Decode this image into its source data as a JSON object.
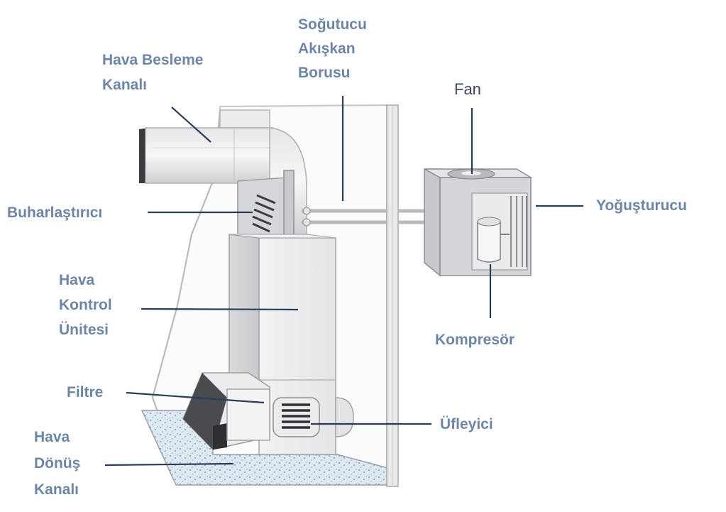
{
  "labels": {
    "hava_besleme": [
      "Hava Besleme",
      "Kanalı"
    ],
    "sogutucu": [
      "Soğutucu",
      "Akışkan",
      "Borusu"
    ],
    "fan": "Fan",
    "buharlastirici": "Buharlaştırıcı",
    "yogusturucu": "Yoğuşturucu",
    "hava_kontrol": [
      "Hava",
      "Kontrol",
      "Ünitesi"
    ],
    "kompresor": "Kompresör",
    "filtre": "Filtre",
    "ufleyici": "Üfleyici",
    "hava_donus": [
      "Hava",
      "Dönüş",
      "Kanalı"
    ]
  },
  "colors": {
    "label_text": "#6c86a8",
    "fan_label_text": "#3d4756",
    "leader_line": "#2a3d58"
  }
}
